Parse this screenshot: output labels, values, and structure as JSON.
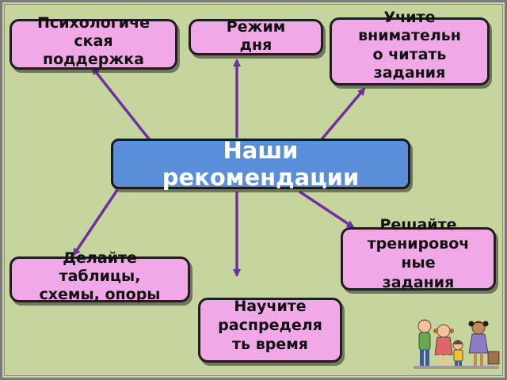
{
  "center": {
    "lines": [
      "Наши",
      "рекомендации"
    ]
  },
  "recommendations": [
    {
      "lines": [
        "Психологиче",
        "ская",
        "поддержка"
      ]
    },
    {
      "lines": [
        "Режим",
        "дня"
      ]
    },
    {
      "lines": [
        "Учите",
        "внимательн",
        "о читать",
        "задания"
      ]
    },
    {
      "lines": [
        "Решайте",
        "тренировоч",
        "ные",
        "задания"
      ]
    },
    {
      "lines": [
        "Научите",
        "распределя",
        "ть время"
      ]
    },
    {
      "lines": [
        "Делайте",
        "таблицы,",
        "схемы, опоры"
      ]
    }
  ],
  "colors": {
    "background": "#c5d59d",
    "center_fill": "#5a8ed8",
    "box_fill": "#f0a8e6",
    "arrow": "#7030a0"
  },
  "illustration": "children-clipart"
}
